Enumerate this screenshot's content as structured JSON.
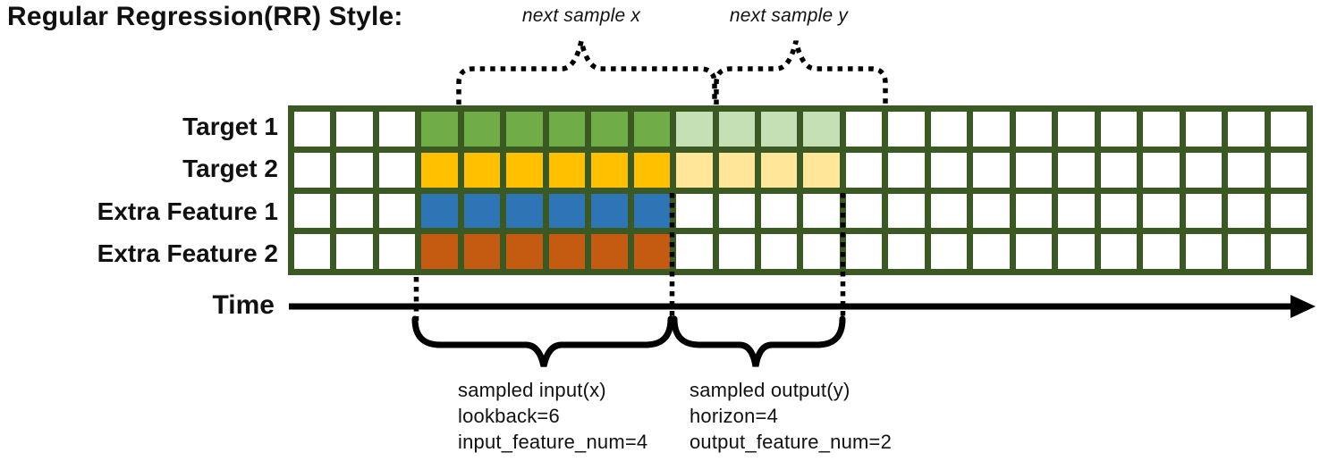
{
  "title": "Regular Regression(RR) Style:",
  "time_axis": {
    "label": "Time"
  },
  "annotations": {
    "next_sample_x": "next sample x",
    "next_sample_y": "next sample y",
    "input_lines": [
      "sampled input(x)",
      "lookback=6",
      "input_feature_num=4"
    ],
    "output_lines": [
      "sampled output(y)",
      "horizon=4",
      "output_feature_num=2"
    ]
  },
  "params": {
    "lookback": 6,
    "horizon": 4,
    "input_feature_num": 4,
    "output_feature_num": 2
  },
  "grid": {
    "columns": 24,
    "lookback_start_col": 3,
    "lookback": 6,
    "horizon": 4,
    "line_color": "#3b5a23",
    "cell_color": "#ffffff",
    "rows": [
      {
        "label": "Target 1",
        "lookback_color": "#70ad47",
        "horizon_color": "#c5e0b4"
      },
      {
        "label": "Target 2",
        "lookback_color": "#ffc000",
        "horizon_color": "#ffe699"
      },
      {
        "label": "Extra Feature 1",
        "lookback_color": "#2e75b6",
        "horizon_color": "#ffffff"
      },
      {
        "label": "Extra Feature 2",
        "lookback_color": "#c55a11",
        "horizon_color": "#ffffff"
      }
    ]
  }
}
